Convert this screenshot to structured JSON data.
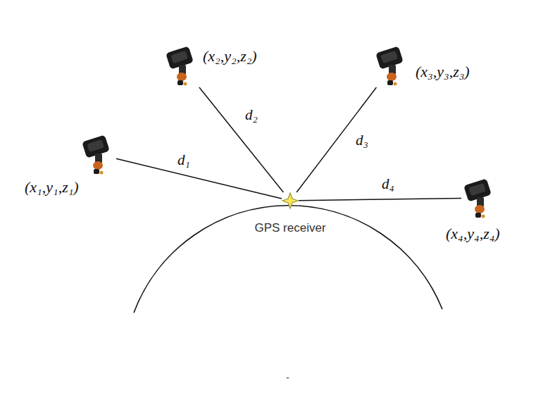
{
  "diagram": {
    "nodes": [
      {
        "text": [
          "(x₂,y₂,z₂)"
        ]
      },
      {
        "text": [
          "(x₃,y₃,z₃)"
        ]
      },
      {
        "text": [
          "(x₁,y₁,z₁)"
        ]
      },
      {
        "text": [
          "GPS receiver"
        ]
      },
      {
        "text": [
          "(x₄,y₄,z₄)"
        ]
      }
    ],
    "edges": [
      {
        "from": 2,
        "to": 3,
        "arrow": "none",
        "label": "d₁"
      },
      {
        "from": 0,
        "to": 3,
        "arrow": "none",
        "label": "d₂"
      },
      {
        "from": 1,
        "to": 3,
        "arrow": "none",
        "label": "d₃"
      },
      {
        "from": 4,
        "to": 3,
        "arrow": "none",
        "label": "d₄"
      }
    ],
    "labels": [
      "-"
    ]
  }
}
